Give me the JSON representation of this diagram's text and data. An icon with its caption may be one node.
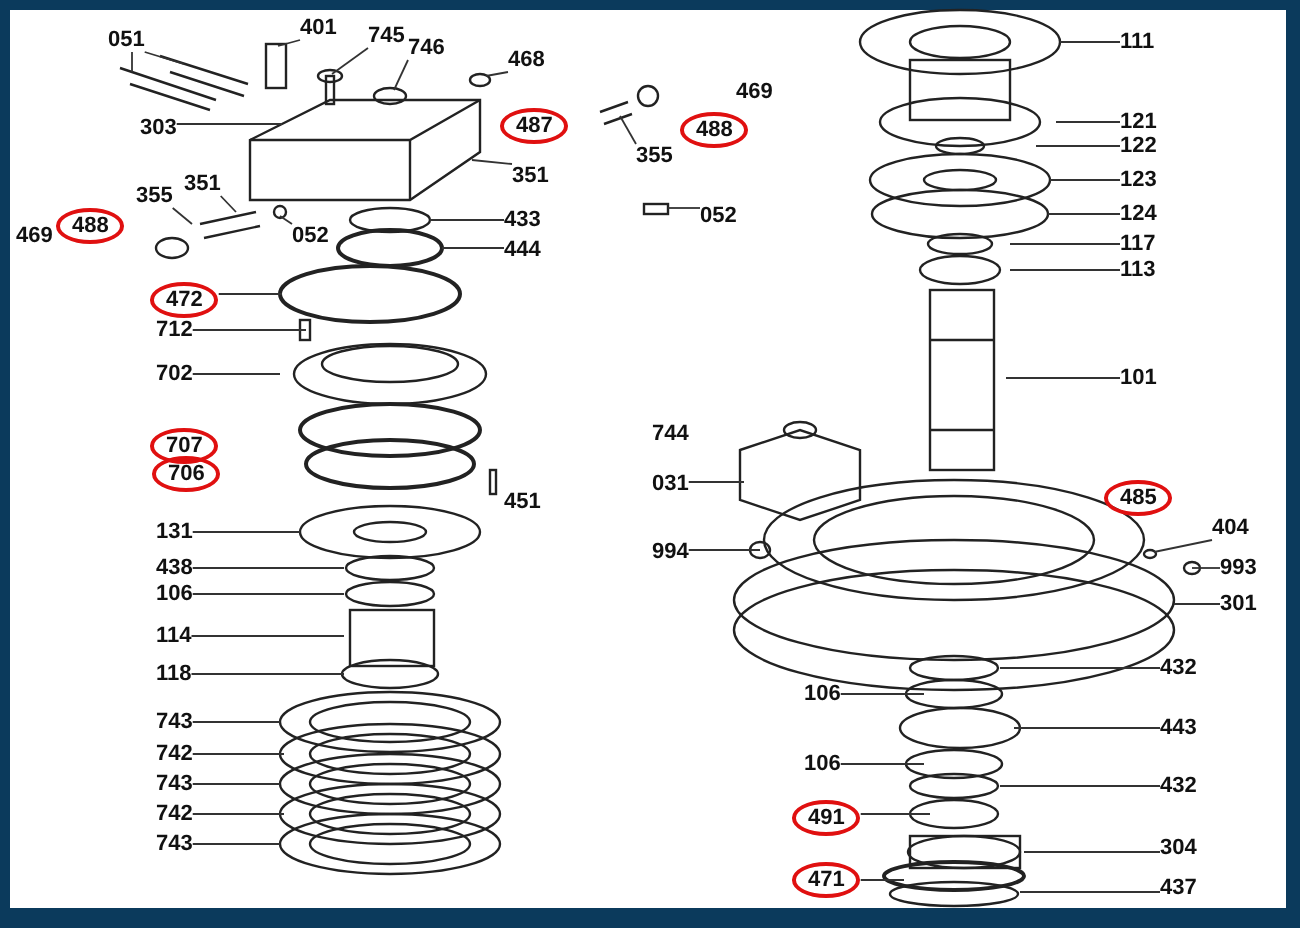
{
  "diagram": {
    "nodes": [
      {
        "text": [
          "051"
        ]
      },
      {
        "text": [
          "401"
        ]
      },
      {
        "text": [
          "745"
        ]
      },
      {
        "text": [
          "746"
        ]
      },
      {
        "text": [
          "468"
        ]
      },
      {
        "text": [
          "487"
        ]
      },
      {
        "text": [
          "355"
        ]
      },
      {
        "text": [
          "488"
        ]
      },
      {
        "text": [
          "469"
        ]
      },
      {
        "text": [
          "351"
        ]
      },
      {
        "text": [
          "303"
        ]
      },
      {
        "text": [
          "052"
        ]
      },
      {
        "text": [
          "351"
        ]
      },
      {
        "text": [
          "355"
        ]
      },
      {
        "text": [
          "488"
        ]
      },
      {
        "text": [
          "469"
        ]
      },
      {
        "text": [
          "052"
        ]
      },
      {
        "text": [
          "433"
        ]
      },
      {
        "text": [
          "444"
        ]
      },
      {
        "text": [
          "472"
        ]
      },
      {
        "text": [
          "712"
        ]
      },
      {
        "text": [
          "702"
        ]
      },
      {
        "text": [
          "707"
        ]
      },
      {
        "text": [
          "706"
        ]
      },
      {
        "text": [
          "451"
        ]
      },
      {
        "text": [
          "131"
        ]
      },
      {
        "text": [
          "438"
        ]
      },
      {
        "text": [
          "106"
        ]
      },
      {
        "text": [
          "114"
        ]
      },
      {
        "text": [
          "118"
        ]
      },
      {
        "text": [
          "743"
        ]
      },
      {
        "text": [
          "742"
        ]
      },
      {
        "text": [
          "743"
        ]
      },
      {
        "text": [
          "742"
        ]
      },
      {
        "text": [
          "743"
        ]
      },
      {
        "text": [
          "111"
        ]
      },
      {
        "text": [
          "121"
        ]
      },
      {
        "text": [
          "122"
        ]
      },
      {
        "text": [
          "123"
        ]
      },
      {
        "text": [
          "124"
        ]
      },
      {
        "text": [
          "117"
        ]
      },
      {
        "text": [
          "113"
        ]
      },
      {
        "text": [
          "101"
        ]
      },
      {
        "text": [
          "744"
        ]
      },
      {
        "text": [
          "031"
        ]
      },
      {
        "text": [
          "485"
        ]
      },
      {
        "text": [
          "404"
        ]
      },
      {
        "text": [
          "994"
        ]
      },
      {
        "text": [
          "993"
        ]
      },
      {
        "text": [
          "301"
        ]
      },
      {
        "text": [
          "432"
        ]
      },
      {
        "text": [
          "106"
        ]
      },
      {
        "text": [
          "443"
        ]
      },
      {
        "text": [
          "106"
        ]
      },
      {
        "text": [
          "432"
        ]
      },
      {
        "text": [
          "491"
        ]
      },
      {
        "text": [
          "304"
        ]
      },
      {
        "text": [
          "471"
        ]
      },
      {
        "text": [
          "437"
        ]
      }
    ],
    "edges": [
      {
        "from": 0,
        "to": null,
        "arrow": "none"
      },
      {
        "from": 0,
        "to": null,
        "arrow": "none"
      },
      {
        "from": 1,
        "to": null,
        "arrow": "none"
      },
      {
        "from": 2,
        "to": null,
        "arrow": "none"
      },
      {
        "from": 3,
        "to": null,
        "arrow": "none"
      },
      {
        "from": 4,
        "to": null,
        "arrow": "none"
      },
      {
        "from": 6,
        "to": null,
        "arrow": "none"
      },
      {
        "from": 9,
        "to": null,
        "arrow": "none"
      },
      {
        "from": 10,
        "to": null,
        "arrow": "none"
      },
      {
        "from": 11,
        "to": null,
        "arrow": "none"
      },
      {
        "from": 12,
        "to": null,
        "arrow": "none"
      },
      {
        "from": 13,
        "to": null,
        "arrow": "none"
      },
      {
        "from": 16,
        "to": null,
        "arrow": "none"
      },
      {
        "from": 17,
        "to": null,
        "arrow": "none"
      },
      {
        "from": 18,
        "to": null,
        "arrow": "none"
      },
      {
        "from": 19,
        "to": null,
        "arrow": "none"
      },
      {
        "from": 20,
        "to": null,
        "arrow": "none"
      },
      {
        "from": 21,
        "to": null,
        "arrow": "none"
      },
      {
        "from": 25,
        "to": null,
        "arrow": "none"
      },
      {
        "from": 26,
        "to": null,
        "arrow": "none"
      },
      {
        "from": 27,
        "to": null,
        "arrow": "none"
      },
      {
        "from": 28,
        "to": null,
        "arrow": "none"
      },
      {
        "from": 29,
        "to": null,
        "arrow": "none"
      },
      {
        "from": 30,
        "to": null,
        "arrow": "none"
      },
      {
        "from": 31,
        "to": null,
        "arrow": "none"
      },
      {
        "from": 32,
        "to": null,
        "arrow": "none"
      },
      {
        "from": 33,
        "to": null,
        "arrow": "none"
      },
      {
        "from": 34,
        "to": null,
        "arrow": "none"
      },
      {
        "from": 35,
        "to": null,
        "arrow": "none"
      },
      {
        "from": 36,
        "to": null,
        "arrow": "none"
      },
      {
        "from": 37,
        "to": null,
        "arrow": "none"
      },
      {
        "from": 38,
        "to": null,
        "arrow": "none"
      },
      {
        "from": 39,
        "to": null,
        "arrow": "none"
      },
      {
        "from": 40,
        "to": null,
        "arrow": "none"
      },
      {
        "from": 41,
        "to": null,
        "arrow": "none"
      },
      {
        "from": 42,
        "to": null,
        "arrow": "none"
      },
      {
        "from": 44,
        "to": null,
        "arrow": "none"
      },
      {
        "from": 46,
        "to": null,
        "arrow": "none"
      },
      {
        "from": 47,
        "to": null,
        "arrow": "none"
      },
      {
        "from": 48,
        "to": null,
        "arrow": "none"
      },
      {
        "from": 49,
        "to": null,
        "arrow": "none"
      },
      {
        "from": 50,
        "to": null,
        "arrow": "none"
      },
      {
        "from": 51,
        "to": null,
        "arrow": "none"
      },
      {
        "from": 52,
        "to": null,
        "arrow": "none"
      },
      {
        "from": 53,
        "to": null,
        "arrow": "none"
      },
      {
        "from": 54,
        "to": null,
        "arrow": "none"
      },
      {
        "from": 55,
        "to": null,
        "arrow": "none"
      },
      {
        "from": 56,
        "to": null,
        "arrow": "none"
      },
      {
        "from": 57,
        "to": null,
        "arrow": "none"
      },
      {
        "from": 58,
        "to": null,
        "arrow": "none"
      }
    ]
  }
}
